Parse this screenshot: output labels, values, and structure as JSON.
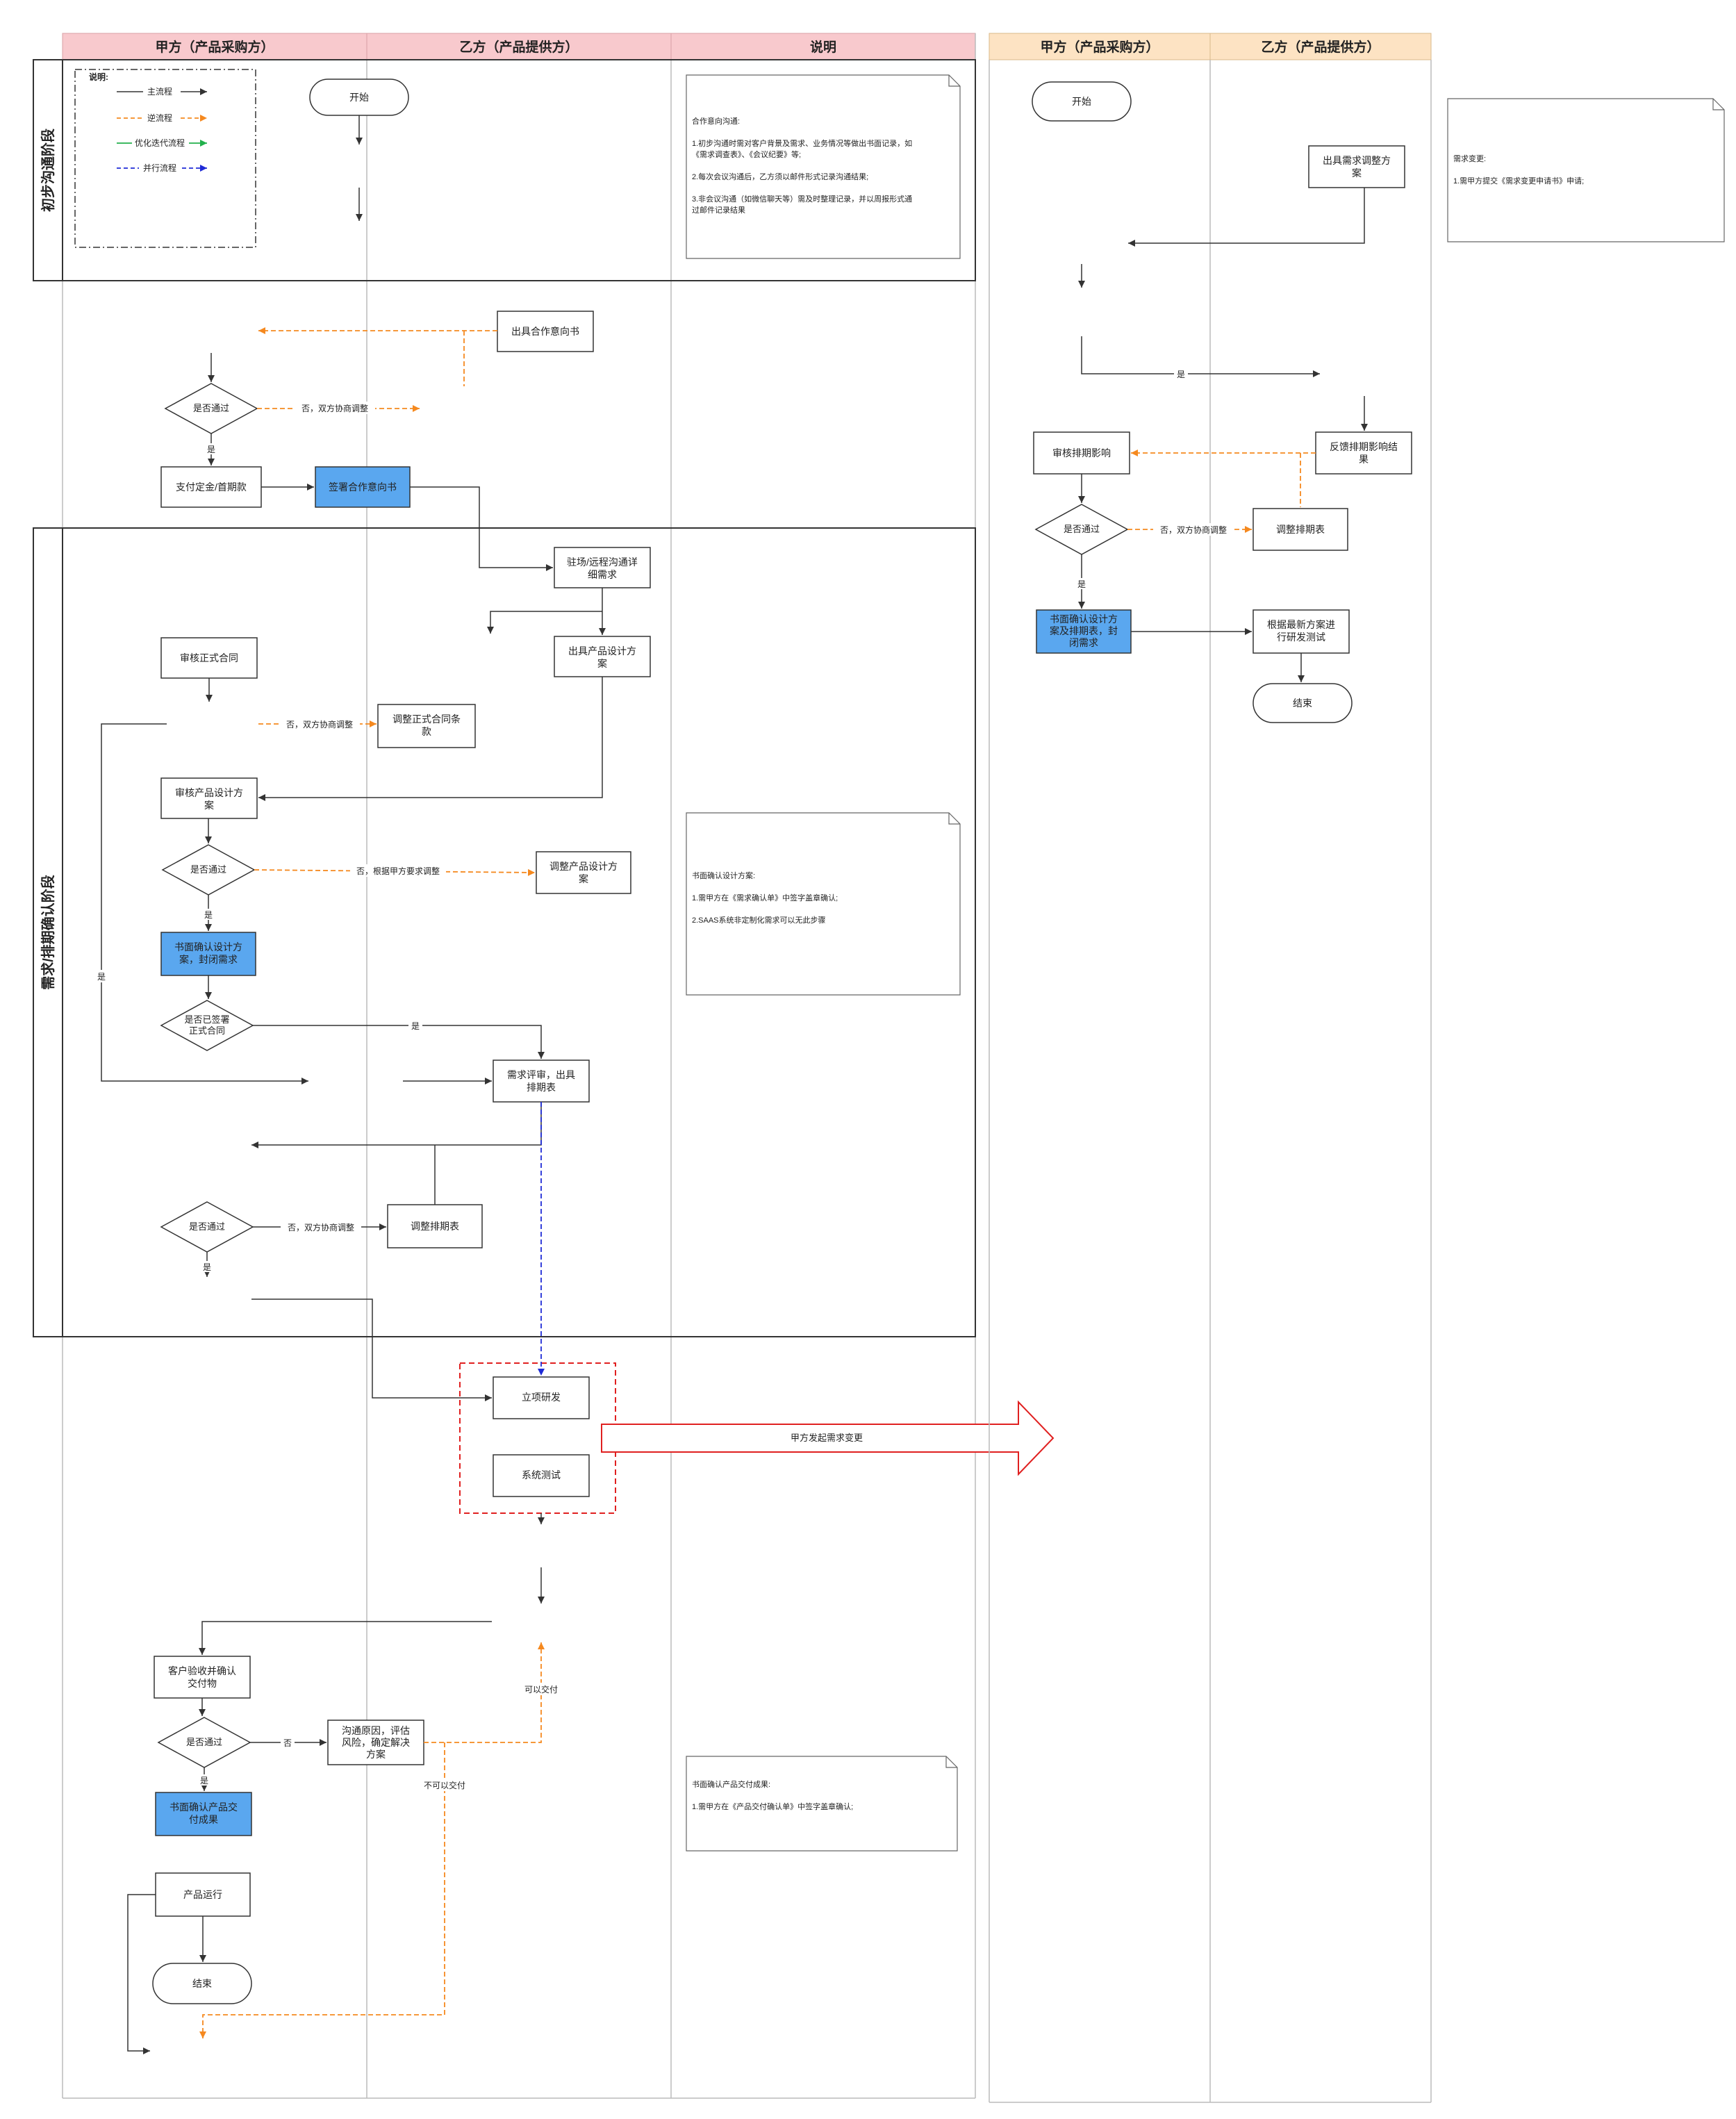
{
  "colors": {
    "header_pink": "#f8c9cd",
    "header_orange": "#fde3c3",
    "main_flow": "#333333",
    "reverse_flow": "#f5891f",
    "optimize_flow": "#22b14c",
    "parallel_flow": "#1f2bd6",
    "highlight_box": "#5aa7ef",
    "dashed_red": "#e02020",
    "big_arrow_red": "#e02020"
  },
  "left": {
    "headers": {
      "party_a": "甲方（产品采购方）",
      "party_b": "乙方（产品提供方）",
      "explain": "说明"
    },
    "phases": {
      "phase1": "初步沟通阶段",
      "phase2": "需求/排期确认阶段"
    },
    "legend": {
      "title": "说明:",
      "main": "主流程",
      "reverse": "逆流程",
      "optimize": "优化迭代流程",
      "parallel": "并行流程"
    },
    "nodes": {
      "start": "开始",
      "intent_letter": "出具合作意向书",
      "pass1": "是否通过",
      "pay_deposit": "支付定金/首期款",
      "sign_intent": "签署合作意向书",
      "onsite_comm": "驻场/远程沟通详细需求",
      "design_plan": "出具产品设计方案",
      "review_contract": "审核正式合同",
      "adjust_contract": "调整正式合同条款",
      "review_design": "审核产品设计方案",
      "pass2": "是否通过",
      "adjust_design": "调整产品设计方案",
      "confirm_design": "书面确认设计方案，封闭需求",
      "signed_contract": "是否已签署正式合同",
      "review_schedule": "需求评审，出具排期表",
      "pass3": "是否通过",
      "adjust_schedule": "调整排期表",
      "project_dev": "立项研发",
      "system_test": "系统测试",
      "accept": "客户验收并确认交付物",
      "pass4": "是否通过",
      "communicate": "沟通原因，评估风险，确定解决方案",
      "confirm_delivery": "书面确认产品交付成果",
      "run": "产品运行",
      "end": "结束"
    },
    "edge_labels": {
      "no_negotiate": "否，双方协商调整",
      "yes": "是",
      "no_by_req": "否，根据甲方要求调整",
      "no": "否",
      "deliverable": "可以交付",
      "not_deliverable": "不可以交付",
      "change_request": "甲方发起需求变更"
    },
    "notes": {
      "note1": [
        "合作意向沟通:",
        "1.初步沟通时需对客户背景及需求、业务情况等做出书面记录，如",
        "《需求调查表》、《会议纪要》等;",
        "2.每次会议沟通后，乙方须以邮件形式记录沟通结果;",
        "3.非会议沟通（如微信聊天等）需及时整理记录，并以周报形式通",
        "过邮件记录结果"
      ],
      "note2": [
        "书面确认设计方案:",
        "1.需甲方在《需求确认单》中签字盖章确认;",
        "2.SAAS系统非定制化需求可以无此步骤"
      ],
      "note3": [
        "书面确认产品交付成果:",
        "1.需甲方在《产品交付确认单》中签字盖章确认;"
      ]
    }
  },
  "right": {
    "headers": {
      "party_a": "甲方（产品采购方）",
      "party_b": "乙方（产品提供方）"
    },
    "nodes": {
      "start": "开始",
      "change_plan": "出具需求调整方案",
      "review_impact": "审核排期影响",
      "feedback": "反馈排期影响结果",
      "pass": "是否通过",
      "adjust_schedule": "调整排期表",
      "confirm": "书面确认设计方案及排期表，封闭需求",
      "develop": "根据最新方案进行研发测试",
      "end": "结束"
    },
    "edge_labels": {
      "yes": "是",
      "no_negotiate": "否，双方协商调整"
    },
    "note": [
      "需求变更:",
      "1.需甲方提交《需求变更申请书》申请;"
    ]
  }
}
